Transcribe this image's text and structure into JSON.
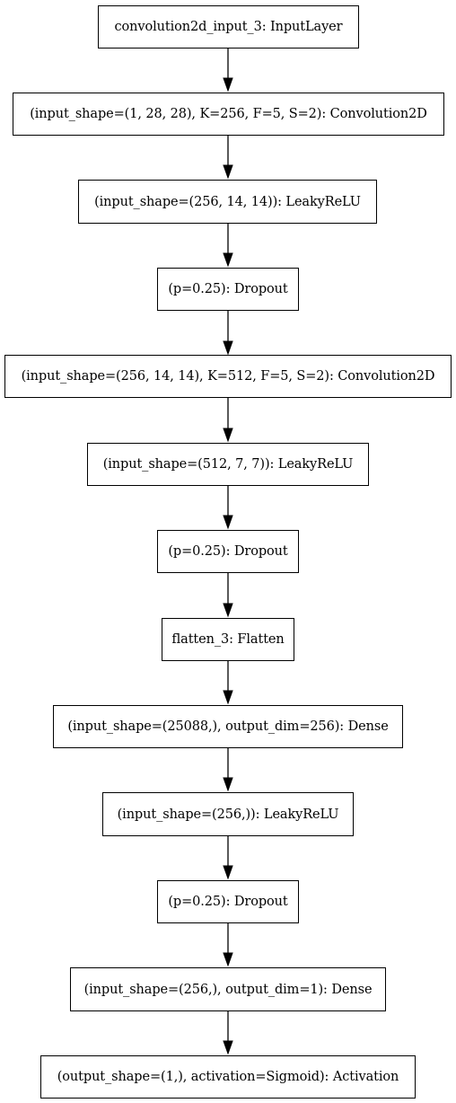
{
  "layers": [
    {
      "label": "convolution2d_input_3: InputLayer"
    },
    {
      "label": "(input_shape=(1, 28, 28), K=256, F=5, S=2): Convolution2D"
    },
    {
      "label": "(input_shape=(256, 14, 14)): LeakyReLU"
    },
    {
      "label": "(p=0.25): Dropout"
    },
    {
      "label": "(input_shape=(256, 14, 14), K=512, F=5, S=2): Convolution2D"
    },
    {
      "label": "(input_shape=(512, 7, 7)): LeakyReLU"
    },
    {
      "label": "(p=0.25): Dropout"
    },
    {
      "label": "flatten_3: Flatten"
    },
    {
      "label": "(input_shape=(25088,), output_dim=256): Dense"
    },
    {
      "label": "(input_shape=(256,)): LeakyReLU"
    },
    {
      "label": "(p=0.25): Dropout"
    },
    {
      "label": "(input_shape=(256,), output_dim=1): Dense"
    },
    {
      "label": "(output_shape=(1,), activation=Sigmoid): Activation"
    }
  ]
}
